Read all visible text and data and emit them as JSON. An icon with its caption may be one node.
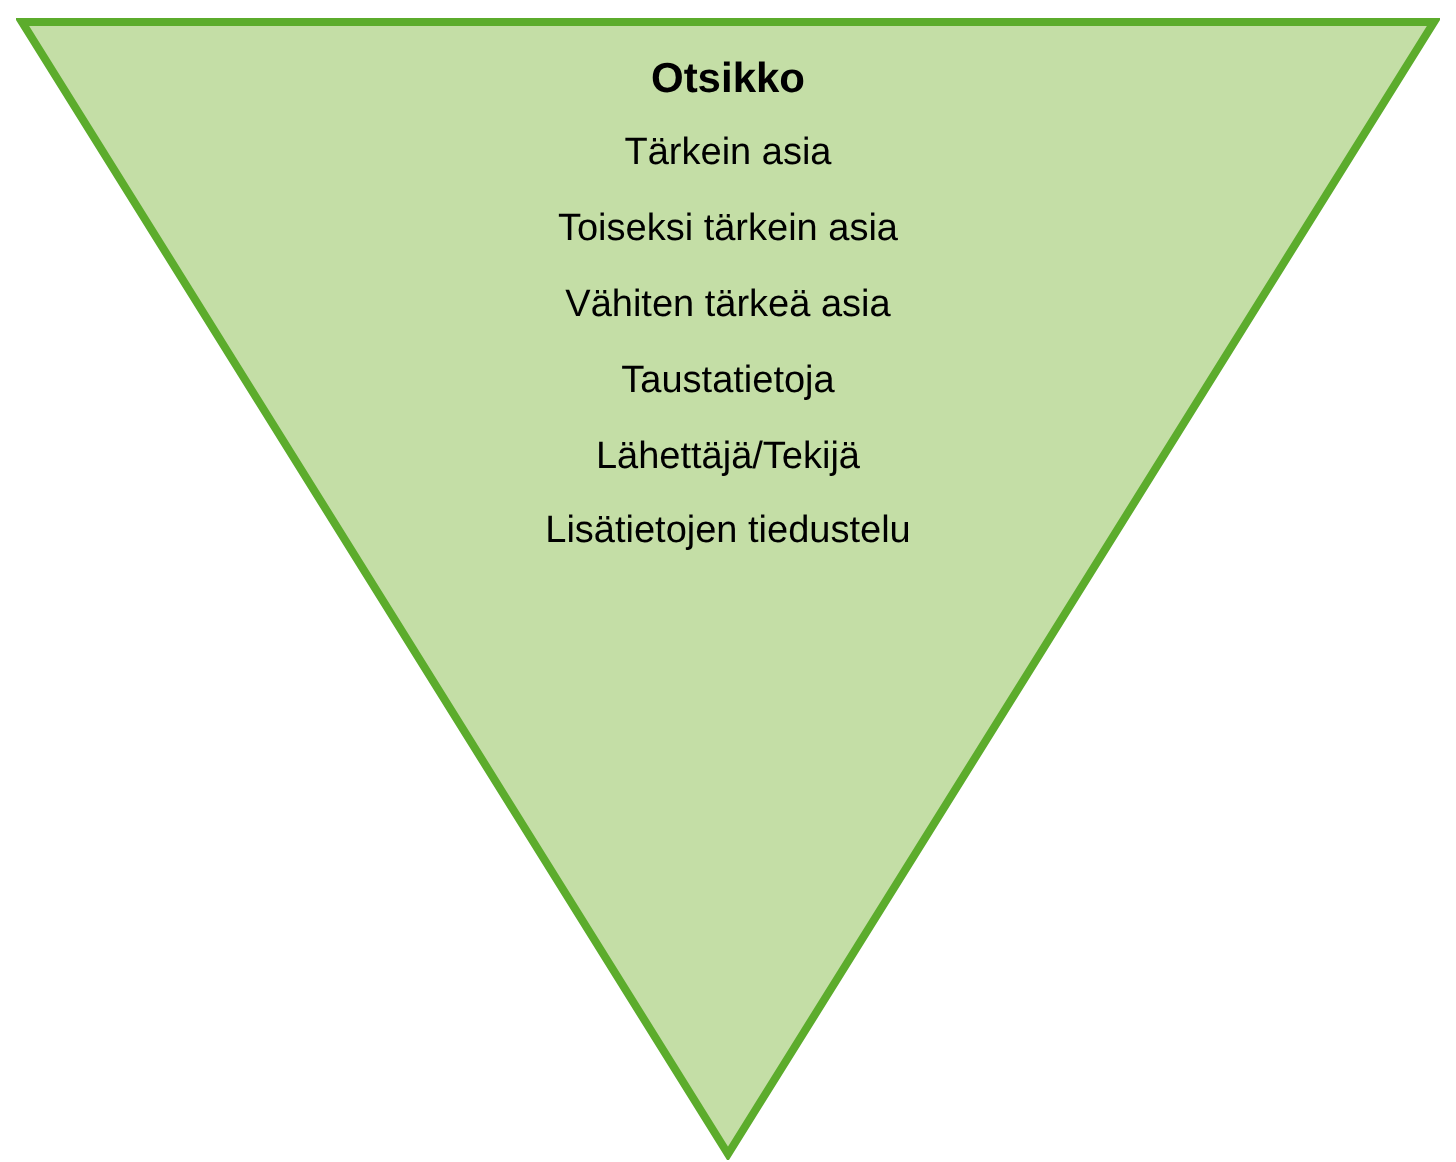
{
  "diagram": {
    "nodes": [
      {
        "text": [
          "Otsikko",
          "Tärkein asia",
          "Toiseksi tärkein asia",
          "Vähiten tärkeä asia",
          "Taustatietoja",
          "Lähettäjä/Tekijä",
          "Lisätietojen tiedustelu"
        ]
      }
    ]
  }
}
